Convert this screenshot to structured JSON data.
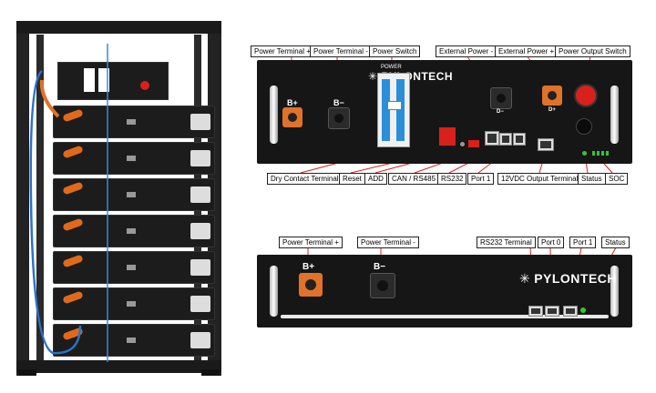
{
  "top_labels": {
    "power_terminal_plus": "Power Terminal +",
    "power_terminal_minus": "Power Terminal -",
    "power_switch": "Power Switch",
    "external_power_minus": "External Power -",
    "external_power_plus": "External Power +",
    "power_output_switch": "Power Output Switch"
  },
  "bottom_row_labels": {
    "dry_contact": "Dry Contact Terminal",
    "reset": "Reset",
    "add": "ADD",
    "can_rs485": "CAN / RS485",
    "rs232": "RS232",
    "port1": "Port 1",
    "dc12v": "12VDC Output Terminal",
    "status": "Status",
    "soc": "SOC"
  },
  "unit2_labels": {
    "power_terminal_plus": "Power Terminal +",
    "power_terminal_minus": "Power Terminal -",
    "rs232_terminal": "RS232 Terminal",
    "port0": "Port 0",
    "port1": "Port 1",
    "status": "Status"
  },
  "device_text": {
    "brand": "PYLONTECH",
    "power": "POWER",
    "b_plus": "B+",
    "b_minus": "B−",
    "d_minus": "D−",
    "d_plus": "D+"
  },
  "colors": {
    "terminal_orange": "#e0722a",
    "switch_blue": "#2a8fd8",
    "stop_red": "#d8201c",
    "leader_red": "#e02020"
  }
}
